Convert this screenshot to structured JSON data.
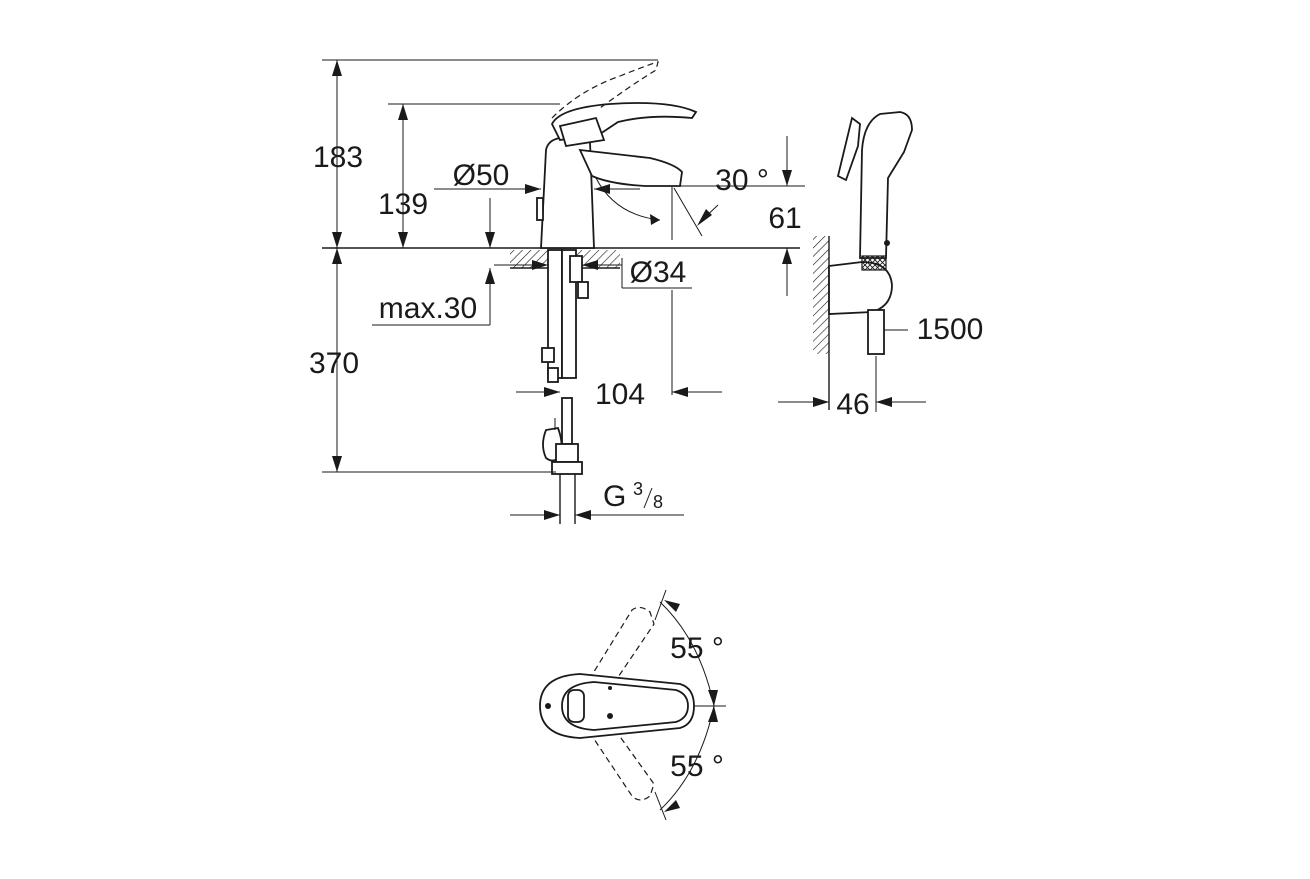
{
  "dimensions": {
    "height_total": "183",
    "height_spout": "139",
    "base_diameter": "Ø50",
    "spout_angle": "30 °",
    "spout_height": "61",
    "hole_diameter": "Ø34",
    "max_thickness": "max.30",
    "below_deck": "370",
    "projection": "104",
    "hose_length": "1500",
    "holder_depth": "46",
    "connection_prefix": "G",
    "connection_num": "3",
    "connection_den": "8",
    "swivel_up": "55 °",
    "swivel_down": "55 °"
  }
}
